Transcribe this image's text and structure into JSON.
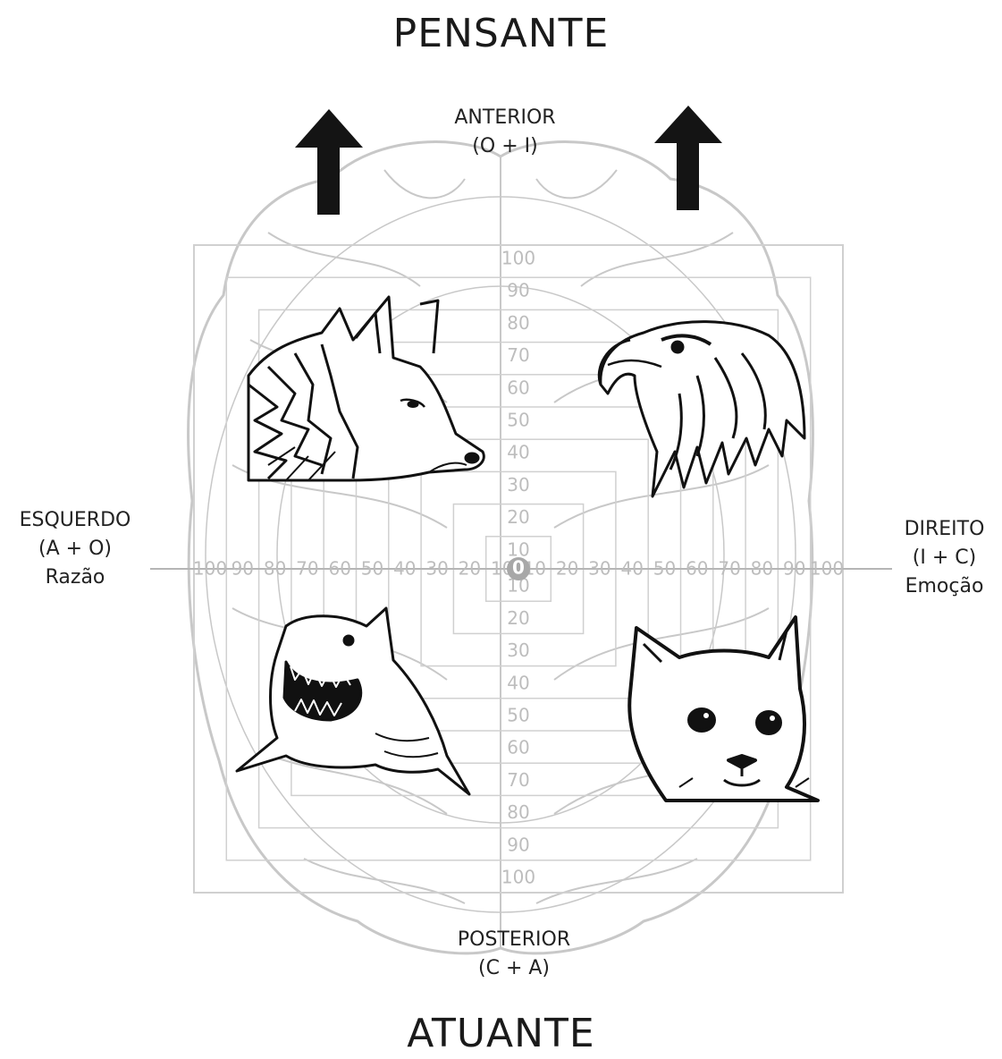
{
  "top_label": "PENSANTE",
  "bottom_label": "ATUANTE",
  "anterior": {
    "name": "ANTERIOR",
    "formula": "(O + I)"
  },
  "posterior": {
    "name": "POSTERIOR",
    "formula": "(C + A)"
  },
  "esquerdo": {
    "name": "ESQUERDO",
    "formula": "(A + O)",
    "trait": "Razão"
  },
  "direito": {
    "name": "DIREITO",
    "formula": "(I + C)",
    "trait": "Emoção"
  },
  "scale": {
    "vertical_ticks_up": [
      "100",
      "90",
      "80",
      "70",
      "60",
      "50",
      "40",
      "30",
      "20",
      "10"
    ],
    "center": "0",
    "vertical_ticks_down": [
      "10",
      "20",
      "30",
      "40",
      "50",
      "60",
      "70",
      "80",
      "90",
      "100"
    ],
    "horizontal_ticks_left": [
      "100",
      "90",
      "80",
      "70",
      "60",
      "50",
      "40",
      "30",
      "20",
      "10"
    ],
    "horizontal_ticks_right": [
      "10",
      "20",
      "30",
      "40",
      "50",
      "60",
      "70",
      "80",
      "90",
      "100"
    ]
  },
  "quadrant_animals": {
    "top_left": "wolf",
    "top_right": "eagle",
    "bottom_left": "shark",
    "bottom_right": "cat"
  },
  "colors": {
    "arrow": "#141414",
    "brain_outline": "#c8c8c8",
    "grid": "#d0d0d0",
    "scale_text": "#bdbdbd",
    "center_dot": "#a8a8a8"
  }
}
